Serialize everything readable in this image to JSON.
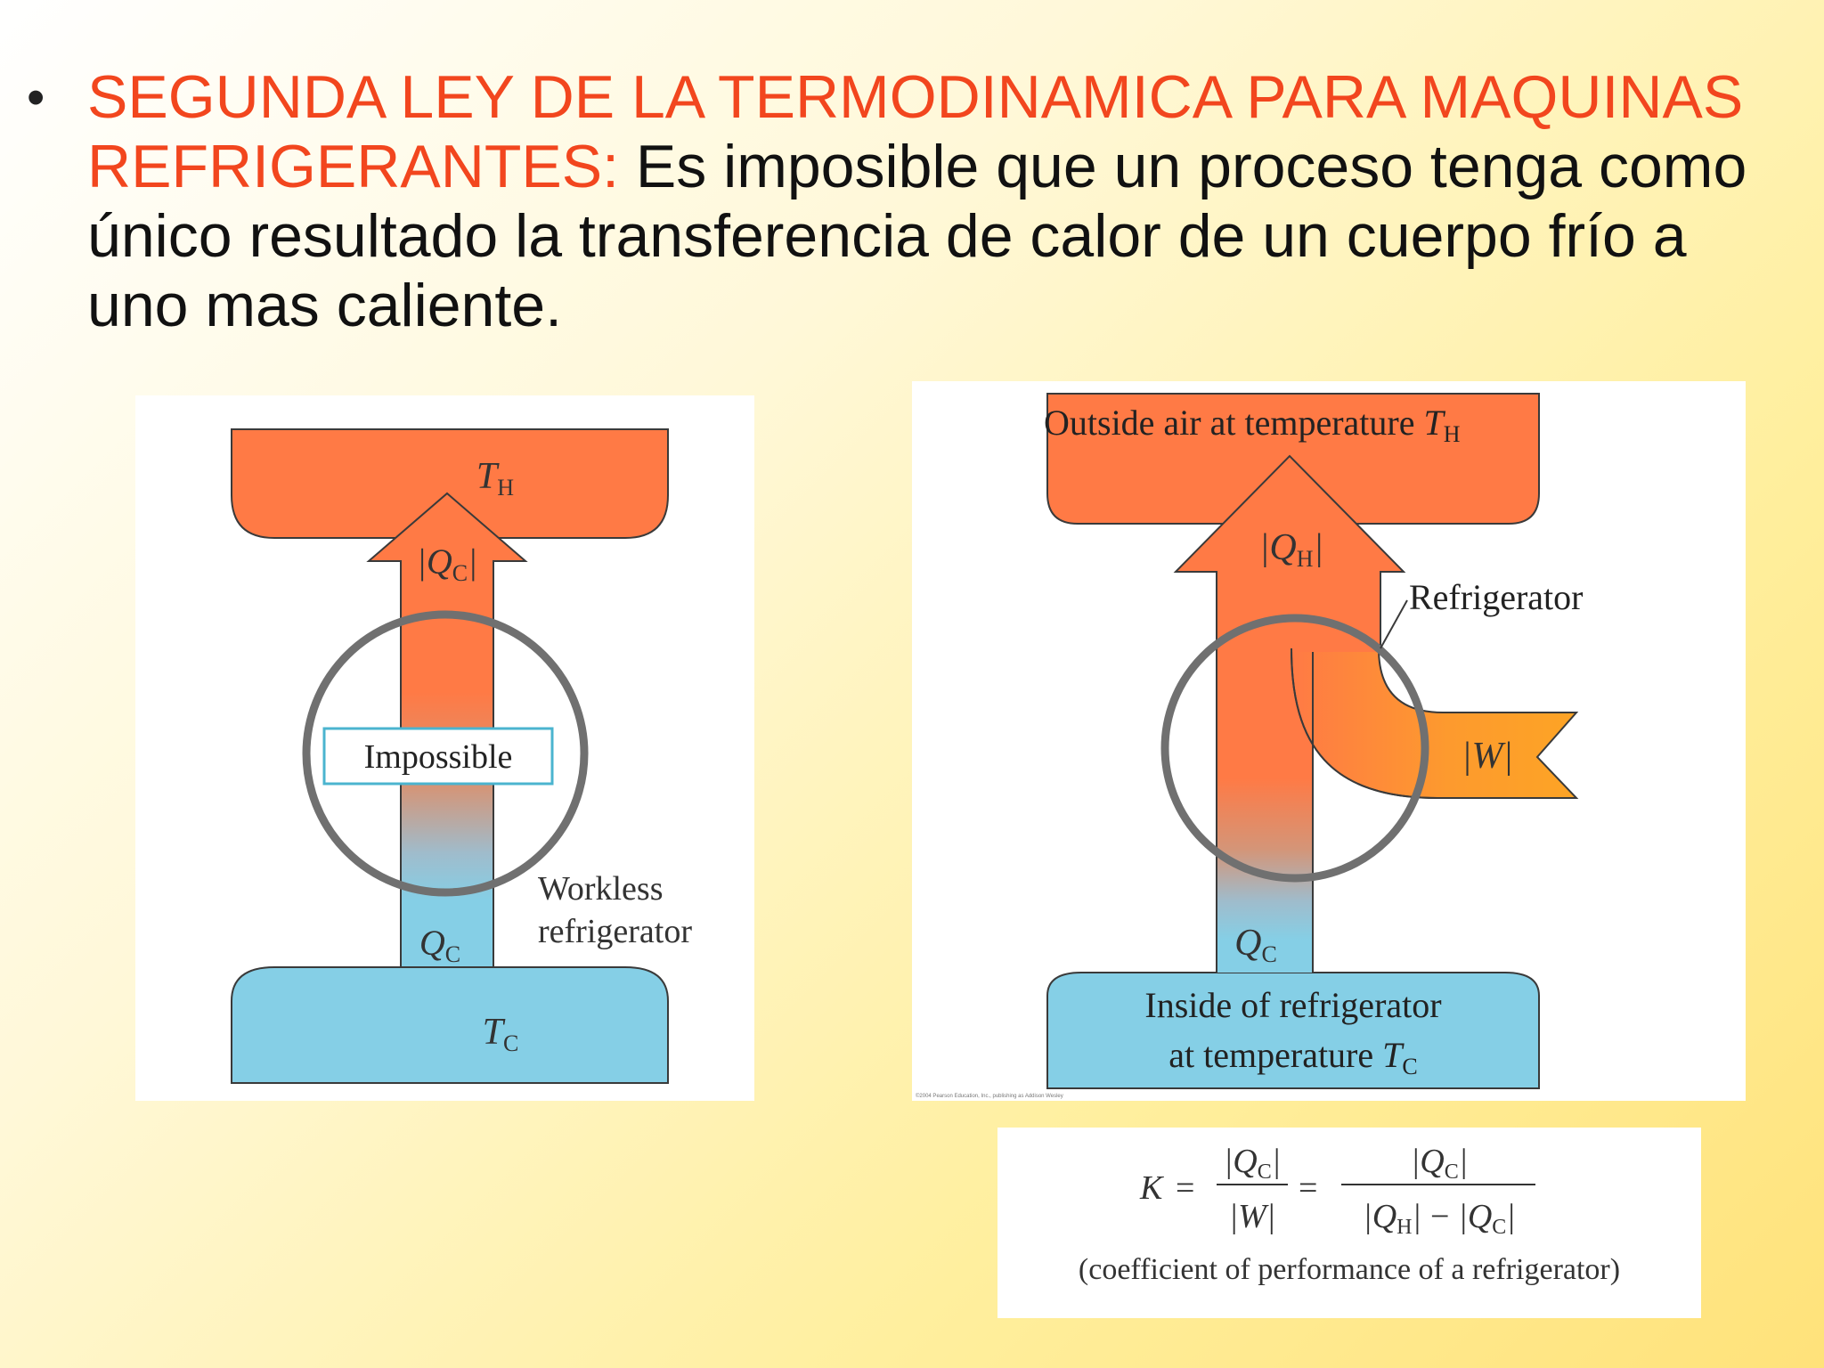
{
  "slide": {
    "bullet": "•",
    "heading": "SEGUNDA LEY DE LA TERMODINAMICA PARA MAQUINAS REFRIGERANTES:",
    "statement": " Es imposible que un proceso tenga como único resultado la transferencia de calor de un cuerpo frío a uno mas caliente."
  },
  "left_figure": {
    "hot_label": "T",
    "hot_sub": "H",
    "arrow_label": "|Q",
    "arrow_sub": "C",
    "arrow_close": "|",
    "impossible": "Impossible",
    "workless_line1": "Workless",
    "workless_line2": "refrigerator",
    "qc_label": "Q",
    "qc_sub": "C",
    "cold_label": "T",
    "cold_sub": "C"
  },
  "right_figure": {
    "outside_text": "Outside air at temperature ",
    "outside_T": "T",
    "outside_sub": "H",
    "qh_label": "|Q",
    "qh_sub": "H",
    "qh_close": "|",
    "refrigerator": "Refrigerator",
    "w_label": "|W|",
    "qc_label": "Q",
    "qc_sub": "C",
    "inside_line1": "Inside of refrigerator",
    "inside_line2": "at temperature ",
    "inside_T": "T",
    "inside_sub": "C",
    "credit": "©2004 Pearson Education, Inc., publishing as Addison Wesley"
  },
  "formula": {
    "lhs": "K",
    "equals": "=",
    "num1": "|Q",
    "num1_sub": "C",
    "num1_close": "|",
    "den1": "|W|",
    "num2": "|Q",
    "num2_sub": "C",
    "num2_close": "|",
    "den2_a": "|Q",
    "den2_a_sub": "H",
    "den2_a_close": "|",
    "minus": "−",
    "den2_b": "|Q",
    "den2_b_sub": "C",
    "den2_b_close": "|",
    "caption": "(coefficient of performance of a refrigerator)"
  },
  "colors": {
    "heading": "#f2461e",
    "hot": "#ff7a45",
    "cold": "#85cfe6",
    "work": "#fda425",
    "ring": "#707070"
  }
}
